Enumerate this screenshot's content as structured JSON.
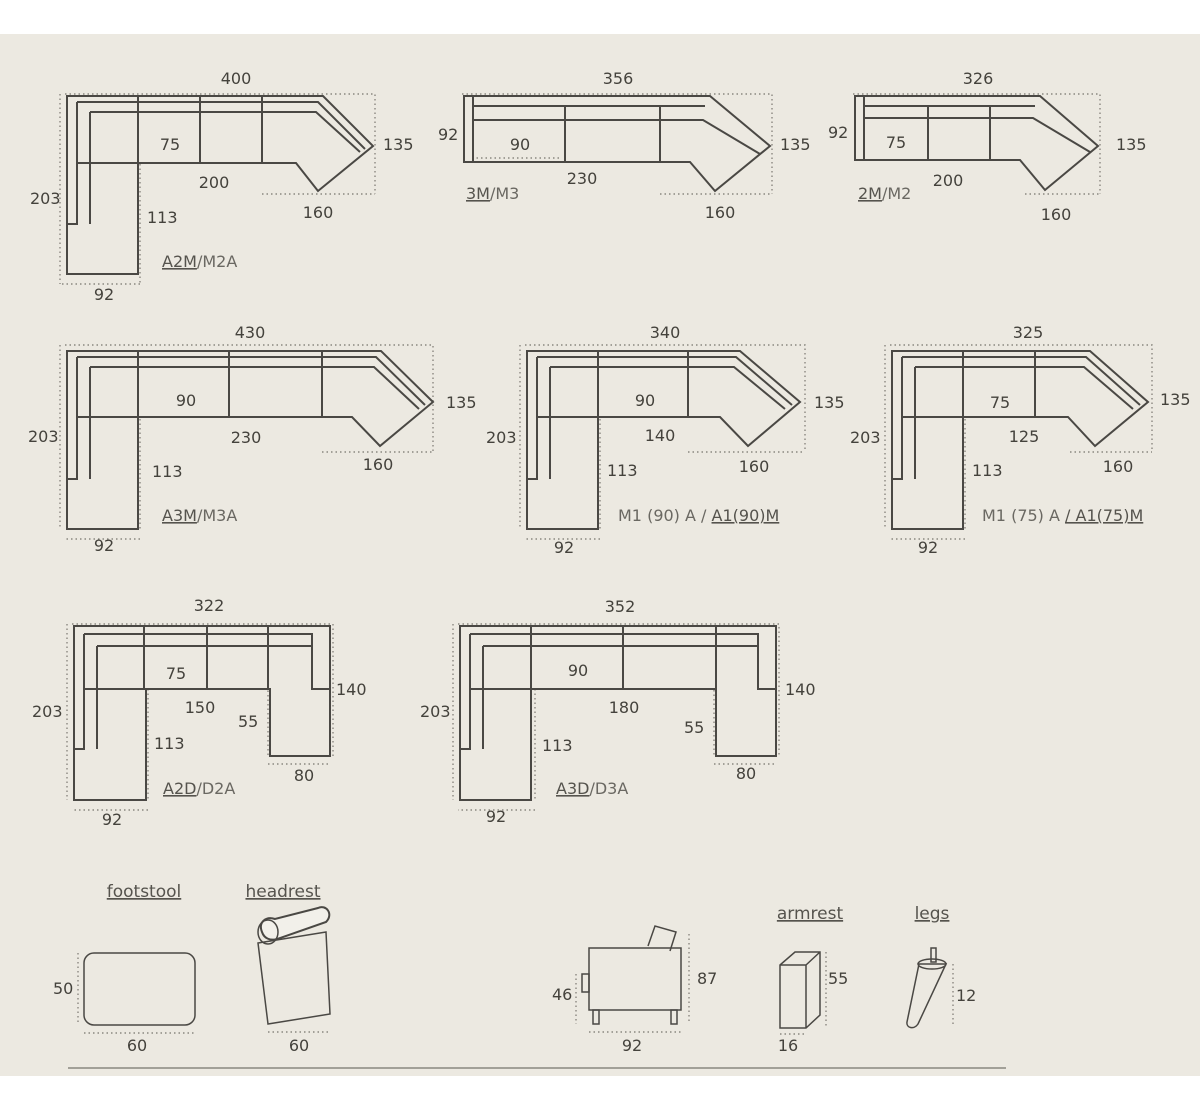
{
  "sofas": [
    {
      "label_a": "A2M",
      "label_b": "M2A",
      "width": "400",
      "depth": "203",
      "arm_depth": "135",
      "seat": "75",
      "center": "200",
      "corner": "160",
      "chaise": "113",
      "chaise_w": "92"
    },
    {
      "label_a": "3M",
      "label_b": "M3",
      "width": "356",
      "depth": "92",
      "arm_depth": "135",
      "seat": "90",
      "center": "230",
      "corner": "160"
    },
    {
      "label_a": "2M",
      "label_b": "M2",
      "width": "326",
      "depth": "92",
      "arm_depth": "135",
      "seat": "75",
      "center": "200",
      "corner": "160"
    },
    {
      "label_a": "A3M",
      "label_b": "M3A",
      "width": "430",
      "depth": "203",
      "arm_depth": "135",
      "seat": "90",
      "center": "230",
      "corner": "160",
      "chaise": "113",
      "chaise_w": "92"
    },
    {
      "label_a": "M1 (90) A / ",
      "label_b": "A1(90)M",
      "width": "340",
      "depth": "203",
      "arm_depth": "135",
      "seat": "90",
      "center": "140",
      "corner": "160",
      "chaise": "113",
      "chaise_w": "92"
    },
    {
      "label_a": "M1 (75) A ",
      "label_b": "/ A1(75)M",
      "width": "325",
      "depth": "203",
      "arm_depth": "135",
      "seat": "75",
      "center": "125",
      "corner": "160",
      "chaise": "113",
      "chaise_w": "92"
    },
    {
      "label_a": "A2D",
      "label_b": "D2A",
      "width": "322",
      "depth": "203",
      "right_depth": "140",
      "seat": "75",
      "center": "150",
      "inner": "55",
      "right_w": "80",
      "chaise": "113",
      "chaise_w": "92"
    },
    {
      "label_a": "A3D",
      "label_b": "D3A",
      "width": "352",
      "depth": "203",
      "right_depth": "140",
      "seat": "90",
      "center": "180",
      "inner": "55",
      "right_w": "80",
      "chaise": "113",
      "chaise_w": "92"
    }
  ],
  "accessories": {
    "footstool": {
      "title": "footstool",
      "height": "50",
      "width": "60"
    },
    "headrest": {
      "title": "headrest",
      "width": "60"
    },
    "side_view": {
      "height": "87",
      "seat_height": "46",
      "depth": "92"
    },
    "armrest": {
      "title": "armrest",
      "height": "55",
      "width": "16"
    },
    "legs": {
      "title": "legs",
      "height": "12"
    }
  }
}
